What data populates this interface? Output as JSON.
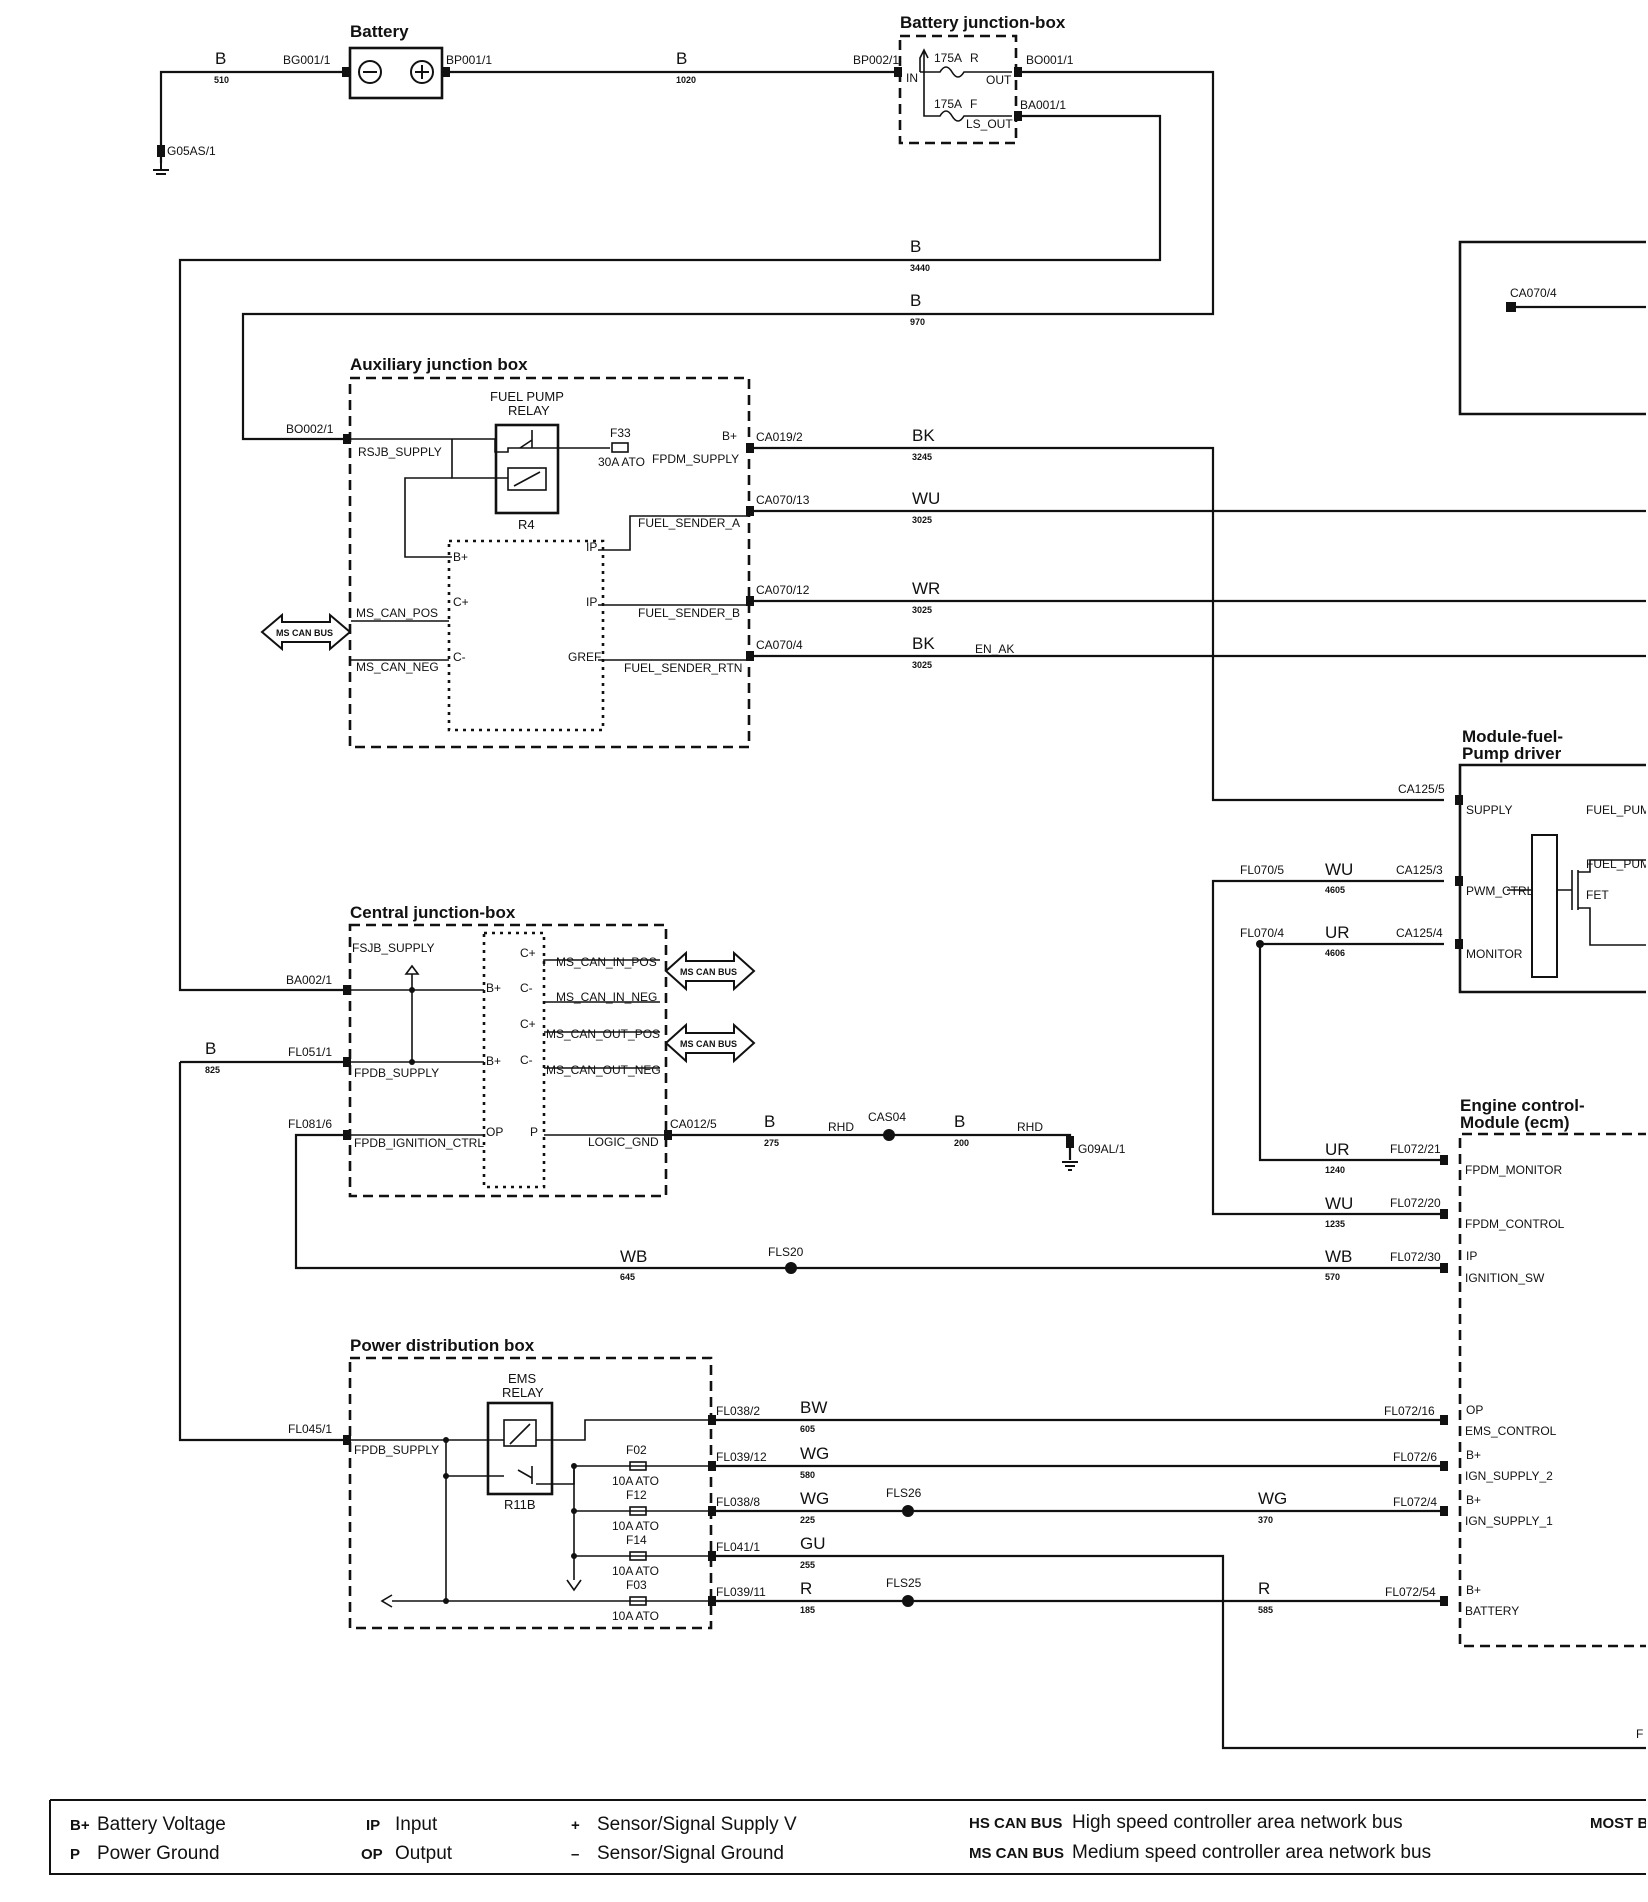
{
  "components": {
    "battery": {
      "title": "Battery",
      "pin_left": "BG001/1",
      "pin_right": "BP001/1"
    },
    "bjb": {
      "title": "Battery junction-box",
      "pin_in": "BP002/1",
      "in": "IN",
      "fuse_r": "175A",
      "r": "R",
      "out": "OUT",
      "fuse_f": "175A",
      "f": "F",
      "ls_out": "LS_OUT",
      "pin_out1": "BO001/1",
      "pin_out2": "BA001/1"
    },
    "ground1": "G05AS/1",
    "ajb": {
      "title": "Auxiliary junction box",
      "pin_in": "BO002/1",
      "rsjb_supply": "RSJB_SUPPLY",
      "relay_title1": "FUEL PUMP",
      "relay_title2": "RELAY",
      "relay_id": "R4",
      "fuse": "F33",
      "fuse_rating": "30A ATO",
      "bplus": "B+",
      "fpdm_supply": "FPDM_SUPPLY",
      "inner_bplus": "B+",
      "ip1": "IP",
      "ip2": "IP",
      "cplus": "C+",
      "cminus": "C-",
      "gref": "GREF",
      "fuel_sender_a": "FUEL_SENDER_A",
      "fuel_sender_b": "FUEL_SENDER_B",
      "fuel_sender_rtn": "FUEL_SENDER_RTN",
      "ms_can_pos": "MS_CAN_POS",
      "ms_can_neg": "MS_CAN_NEG",
      "bus": "MS CAN BUS"
    },
    "cjb": {
      "title": "Central junction-box",
      "fsjb_supply": "FSJB_SUPPLY",
      "fpdb_supply": "FPDB_SUPPLY",
      "fpdb_ignition_ctrl": "FPDB_IGNITION_CTRL",
      "bplus1": "B+",
      "bplus2": "B+",
      "op": "OP",
      "p": "P",
      "cplus1": "C+",
      "cminus1": "C-",
      "cplus2": "C+",
      "cminus2": "C-",
      "ms_can_in_pos": "MS_CAN_IN_POS",
      "ms_can_in_neg": "MS_CAN_IN_NEG",
      "ms_can_out_pos": "MS_CAN_OUT_POS",
      "ms_can_out_neg": "MS_CAN_OUT_NEG",
      "logic_gnd": "LOGIC_GND",
      "bus1": "MS CAN BUS",
      "bus2": "MS CAN BUS"
    },
    "pdb": {
      "title": "Power distribution box",
      "relay_title1": "EMS",
      "relay_title2": "RELAY",
      "relay_id": "R11B",
      "fpdb_supply": "FPDB_SUPPLY",
      "f02": "F02",
      "f12": "F12",
      "f14": "F14",
      "f03": "F03",
      "rating1": "10A ATO",
      "rating2": "10A ATO",
      "rating3": "10A ATO",
      "rating4": "10A ATO"
    },
    "fpdm": {
      "title1": "Module-fuel-",
      "title2": "Pump driver",
      "supply": "SUPPLY",
      "fuel_pump_a": "FUEL_PUMI",
      "fuel_pump_b": "FUEL_PUMI",
      "pwm_ctrl": "PWM_CTRL",
      "monitor": "MONITOR",
      "fet": "FET"
    },
    "ecm": {
      "title1": "Engine control-",
      "title2": "Module (ecm)",
      "fpdm_monitor": "FPDM_MONITOR",
      "fpdm_control": "FPDM_CONTROL",
      "ip": "IP",
      "ignition_sw": "IGNITION_SW",
      "op": "OP",
      "ems_control": "EMS_CONTROL",
      "bplus1": "B+",
      "ign_supply_2": "IGN_SUPPLY_2",
      "bplus2": "B+",
      "ign_supply_1": "IGN_SUPPLY_1",
      "bplus3": "B+",
      "battery": "BATTERY"
    },
    "sender": {
      "pin": "CA070/4"
    },
    "ground2": "G09AL/1",
    "edge_f": "F"
  },
  "wires": [
    {
      "color": "B",
      "size": "510"
    },
    {
      "color": "B",
      "size": "1020"
    },
    {
      "color": "B",
      "size": "3440"
    },
    {
      "color": "B",
      "size": "970"
    },
    {
      "pin": "CA019/2",
      "color": "BK",
      "size": "3245"
    },
    {
      "pin": "CA070/13",
      "color": "WU",
      "size": "3025"
    },
    {
      "pin": "CA070/12",
      "color": "WR",
      "size": "3025"
    },
    {
      "pin": "CA070/4",
      "color": "BK",
      "size": "3025",
      "note": "EN_AK"
    },
    {
      "pin_a": "FL070/5",
      "color": "WU",
      "size": "4605",
      "pin_b": "CA125/3"
    },
    {
      "pin_a": "FL070/4",
      "color": "UR",
      "size": "4606",
      "pin_b": "CA125/4"
    },
    {
      "pin_a": "BA002/1"
    },
    {
      "pin_a": "FL051/1",
      "color": "B",
      "size": "825"
    },
    {
      "pin_a": "FL081/6"
    },
    {
      "pin_a": "CA012/5",
      "color": "B",
      "size": "275",
      "rhd1": "RHD",
      "splice": "CAS04",
      "color2": "B",
      "size2": "200",
      "rhd2": "RHD"
    },
    {
      "color": "UR",
      "size": "1240",
      "pin_b": "FL072/21"
    },
    {
      "color": "WU",
      "size": "1235",
      "pin_b": "FL072/20"
    },
    {
      "color": "WB",
      "size": "645",
      "splice": "FLS20",
      "color2": "WB",
      "size2": "570",
      "pin_b": "FL072/30"
    },
    {
      "pin_a": "FL045/1"
    },
    {
      "pin_a": "FL038/2",
      "color": "BW",
      "size": "605",
      "pin_b": "FL072/16"
    },
    {
      "pin_a": "FL039/12",
      "color": "WG",
      "size": "580",
      "pin_b": "FL072/6"
    },
    {
      "pin_a": "FL038/8",
      "color": "WG",
      "size": "225",
      "splice": "FLS26",
      "color2": "WG",
      "size2": "370",
      "pin_b": "FL072/4"
    },
    {
      "pin_a": "FL041/1",
      "color": "GU",
      "size": "255"
    },
    {
      "pin_a": "FL039/11",
      "color": "R",
      "size": "185",
      "splice": "FLS25",
      "color2": "R",
      "size2": "585",
      "pin_b": "FL072/54"
    },
    {
      "pin_b": "CA125/5"
    }
  ],
  "legend": {
    "bplus_key": "B+",
    "bplus_text": "Battery Voltage",
    "p_key": "P",
    "p_text": "Power Ground",
    "ip_key": "IP",
    "ip_text": "Input",
    "op_key": "OP",
    "op_text": "Output",
    "plus_key": "+",
    "plus_text": "Sensor/Signal Supply V",
    "minus_key": "–",
    "minus_text": "Sensor/Signal Ground",
    "hs_key": "HS CAN BUS",
    "hs_text": "High speed controller area network bus",
    "ms_key": "MS CAN BUS",
    "ms_text": "Medium speed controller area network bus",
    "most_key": "MOST B"
  }
}
